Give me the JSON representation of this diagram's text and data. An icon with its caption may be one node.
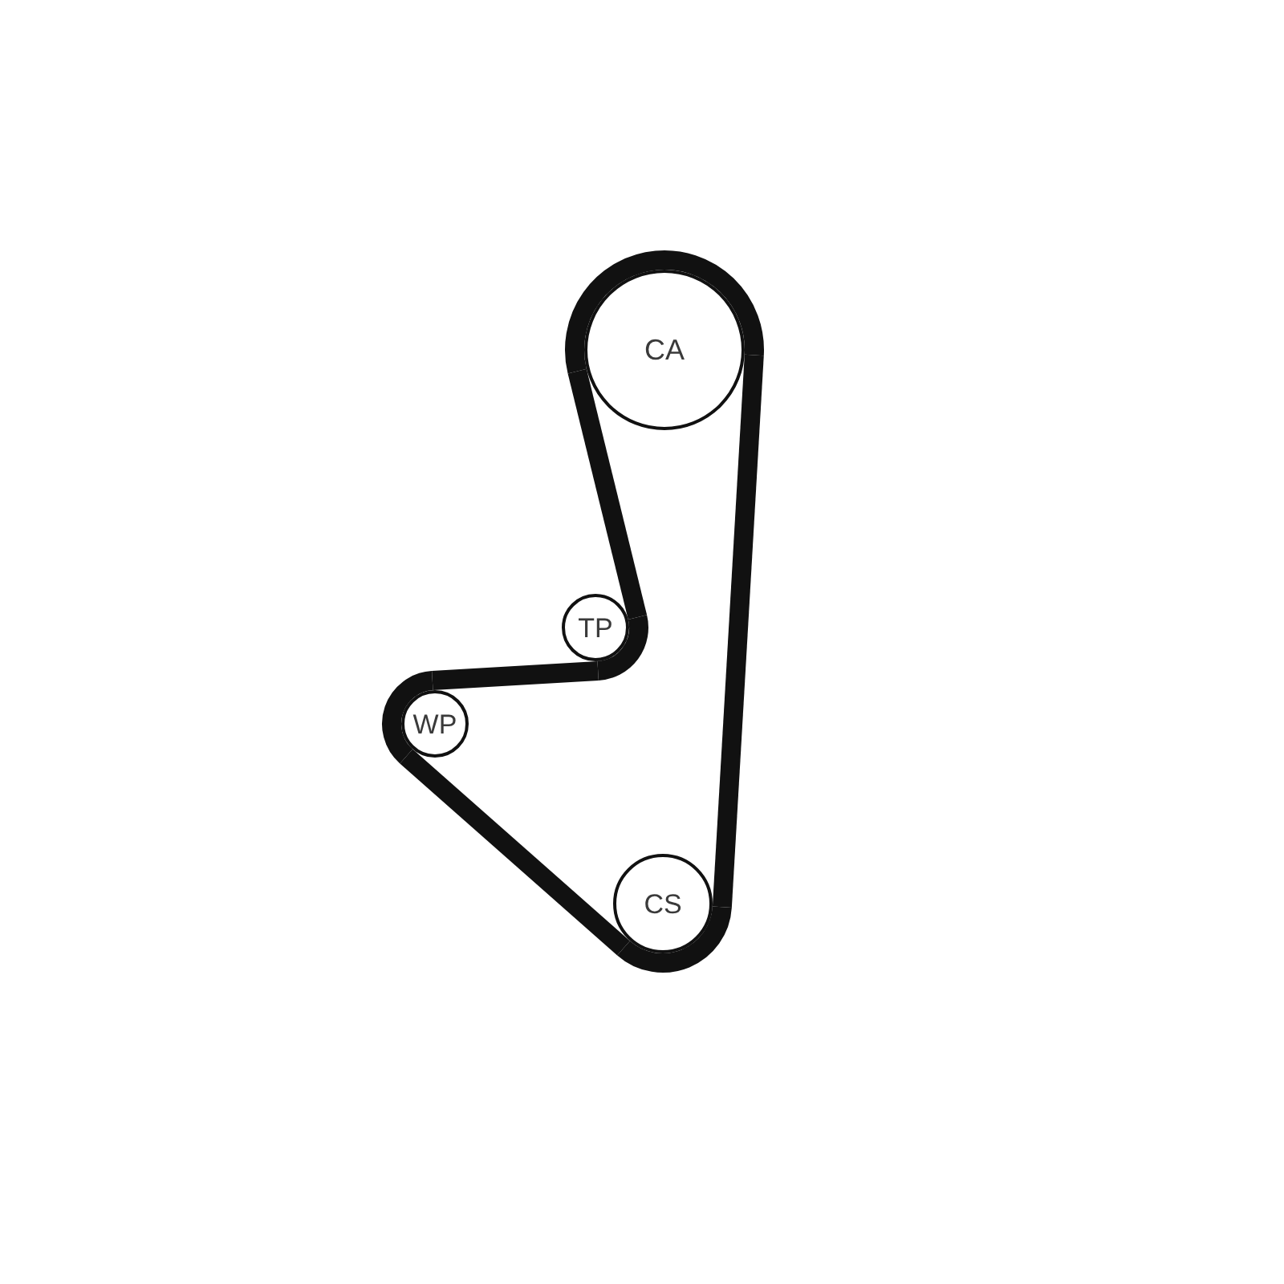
{
  "diagram": {
    "nodes": [
      {
        "text": [
          "CA"
        ]
      },
      {
        "text": [
          "TP"
        ]
      },
      {
        "text": [
          "WP"
        ]
      },
      {
        "text": [
          "CS"
        ]
      }
    ],
    "edges": [
      {
        "from": 0,
        "to": 1,
        "arrow": "none"
      },
      {
        "from": 1,
        "to": 2,
        "arrow": "none"
      },
      {
        "from": 2,
        "to": 3,
        "arrow": "none"
      },
      {
        "from": 3,
        "to": 0,
        "arrow": "none"
      }
    ]
  }
}
